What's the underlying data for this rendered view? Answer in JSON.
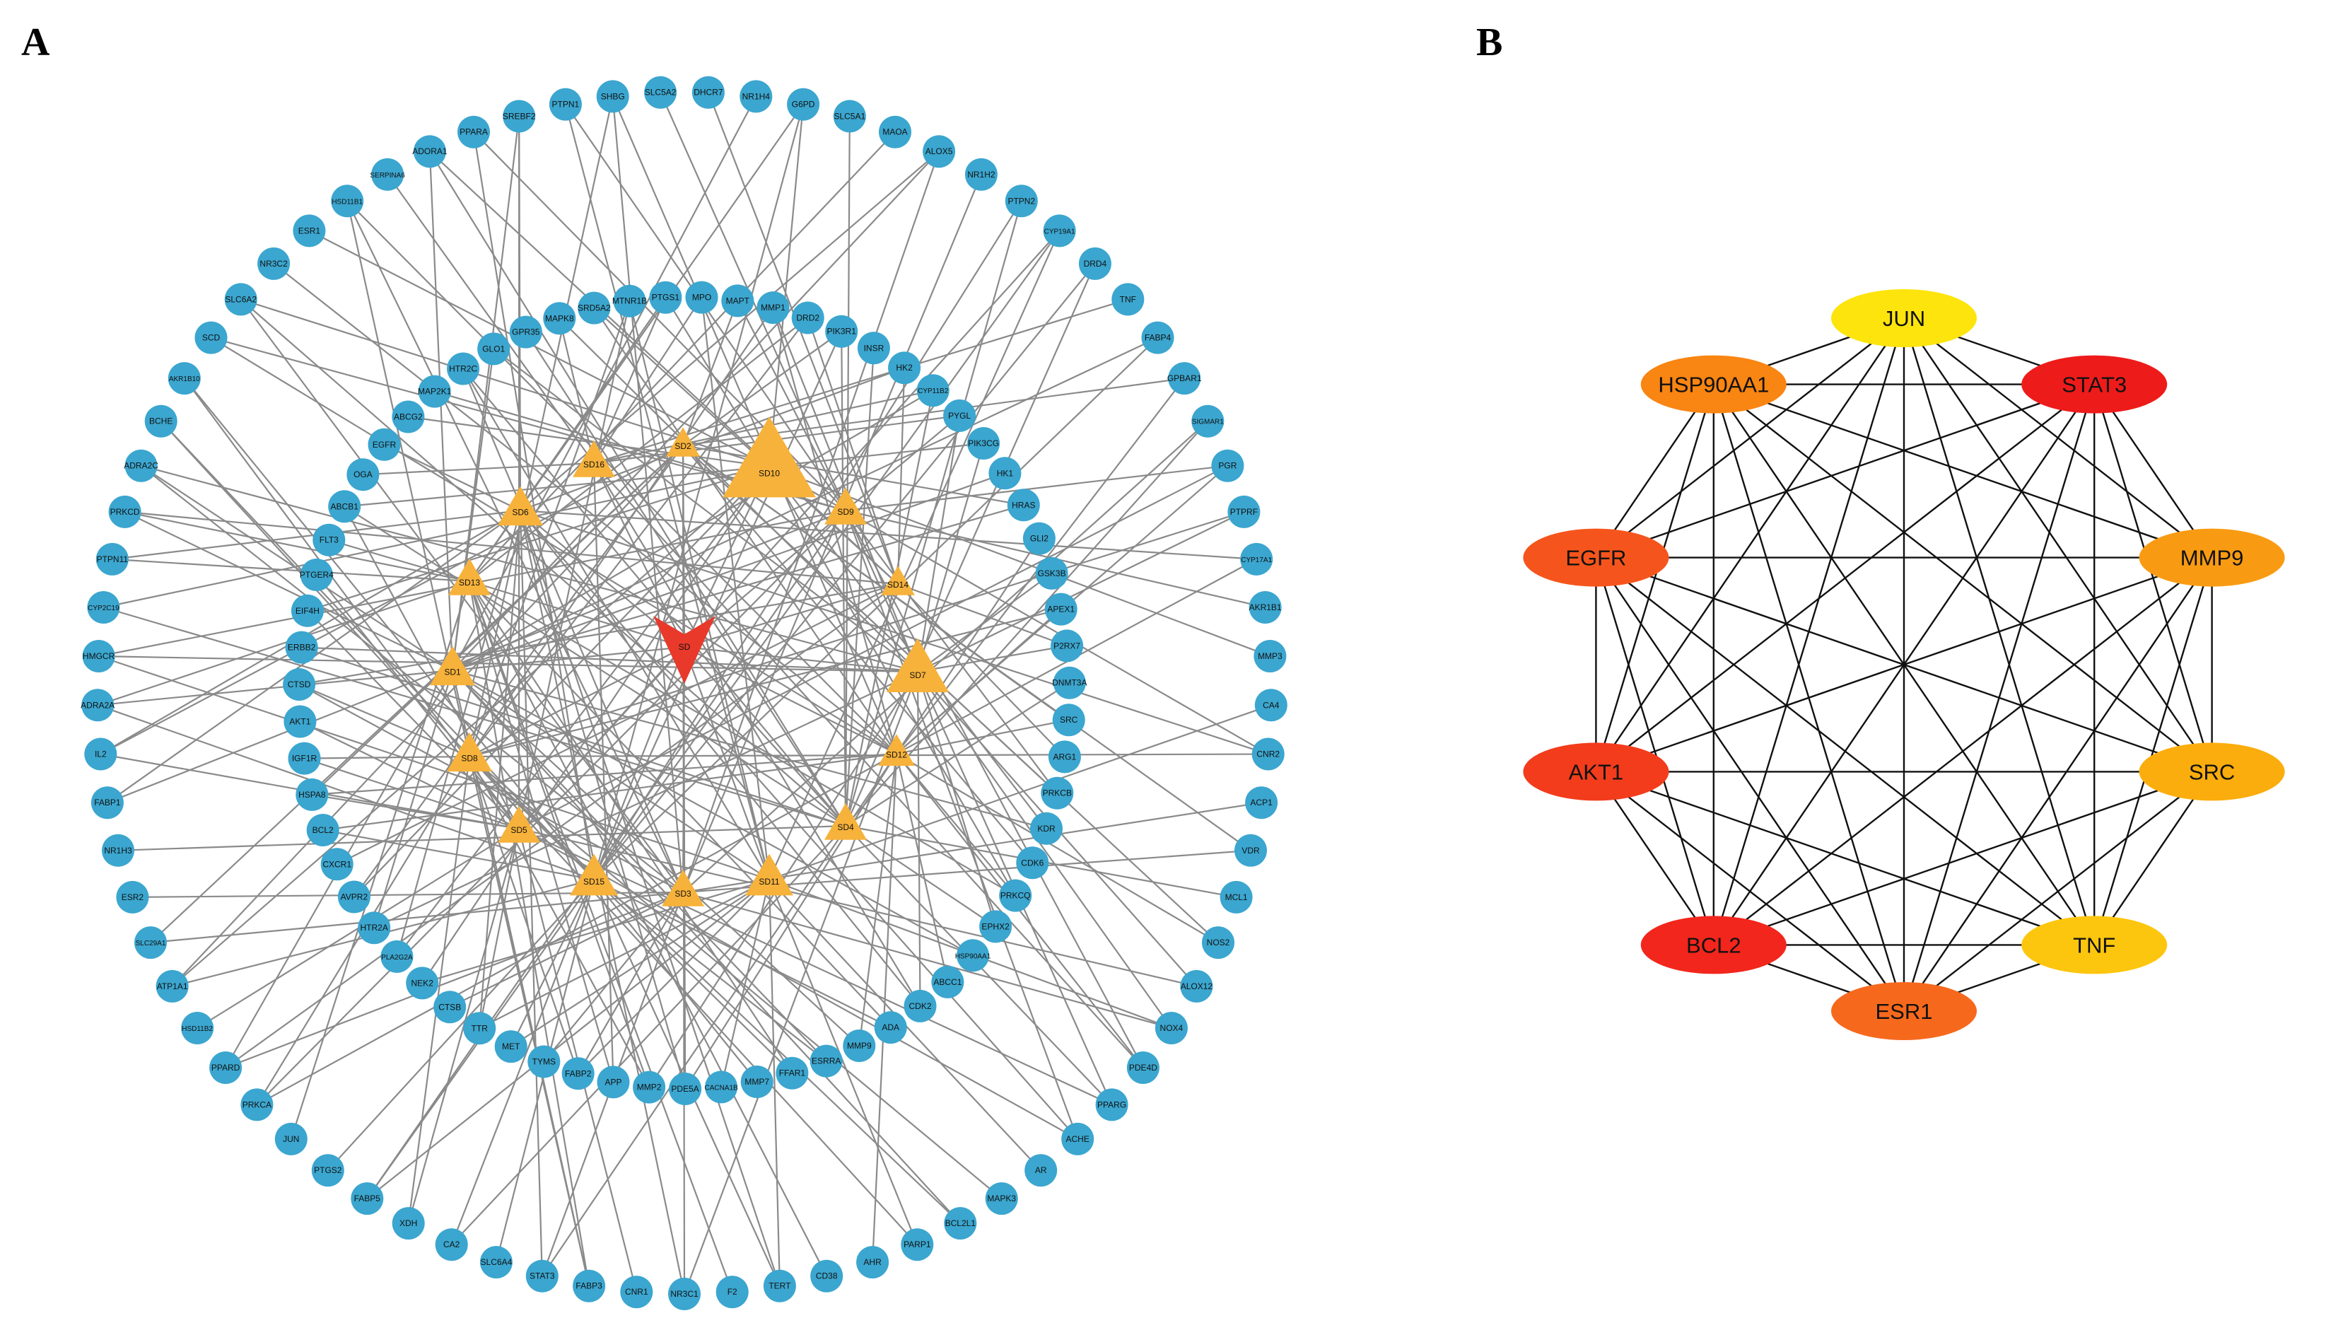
{
  "panels": {
    "a_label": "A",
    "b_label": "B"
  },
  "colors": {
    "target_node": "#3ba6cf",
    "compound_node": "#f7b23b",
    "center_node": "#e8392b",
    "network_edge": "#8a8a8a",
    "ppi_edge": "#111111"
  },
  "network_a": {
    "center": "SD",
    "compounds": [
      "SD1",
      "SD2",
      "SD3",
      "SD4",
      "SD5",
      "SD6",
      "SD7",
      "SD8",
      "SD9",
      "SD10",
      "SD11",
      "SD12",
      "SD13",
      "SD14",
      "SD15",
      "SD16"
    ],
    "outer_targets": [
      "DHCR7",
      "NR1H4",
      "G6PD",
      "SLC5A1",
      "MAOA",
      "ALOX5",
      "NR1H2",
      "PTPN2",
      "CYP19A1",
      "DRD4",
      "TNF",
      "FABP4",
      "GPBAR1",
      "SIGMAR1",
      "PGR",
      "PTPRF",
      "CYP17A1",
      "AKR1B1",
      "MMP3",
      "CA4",
      "CNR2",
      "ACP1",
      "VDR",
      "MCL1",
      "NOS2",
      "ALOX12",
      "NOX4",
      "PDE4D",
      "PPARG",
      "ACHE",
      "AR",
      "MAPK3",
      "BCL2L1",
      "PARP1",
      "AHR",
      "CD38",
      "TERT",
      "F2",
      "NR3C1",
      "CNR1",
      "FABP3",
      "STAT3",
      "SLC6A4",
      "CA2",
      "XDH",
      "FABP5",
      "PTGS2",
      "JUN",
      "PRKCA",
      "PPARD",
      "HSD11B2",
      "ATP1A1",
      "SLC29A1",
      "ESR2",
      "NR1H3",
      "FABP1",
      "IL2",
      "ADRA2A",
      "HMGCR",
      "CYP2C19",
      "PTPN11",
      "PRKCD",
      "ADRA2C",
      "BCHE",
      "AKR1B10",
      "SCD",
      "SLC6A2",
      "NR3C2",
      "ESR1",
      "HSD11B1",
      "SERPINA6",
      "ADORA1",
      "PPARA",
      "SREBF2",
      "PTPN1",
      "SHBG",
      "SLC5A2"
    ],
    "inner_targets": [
      "PIK3R1",
      "INSR",
      "HK2",
      "CYP11B2",
      "PYGL",
      "PIK3CG",
      "HK1",
      "HRAS",
      "GLI2",
      "GSK3B",
      "APEX1",
      "P2RX7",
      "DNMT3A",
      "SRC",
      "ARG1",
      "PRKCB",
      "KDR",
      "CDK6",
      "PRKCQ",
      "EPHX2",
      "HSP90AA1",
      "ABCC1",
      "CDK2",
      "ADA",
      "MMP9",
      "ESRRA",
      "FFAR1",
      "MMP7",
      "CACNA1B",
      "PDE5A",
      "MMP2",
      "APP",
      "FABP2",
      "TYMS",
      "MET",
      "TTR",
      "CTSB",
      "NEK2",
      "PLA2G2A",
      "HTR2A",
      "AVPR2",
      "CXCR1",
      "BCL2",
      "HSPA8",
      "IGF1R",
      "AKT1",
      "CTSD",
      "ERBB2",
      "EIF4H",
      "PTGER4",
      "FLT3",
      "ABCB1",
      "OGA",
      "EGFR",
      "ABCG2",
      "MAP2K1",
      "HTR2C",
      "GLO1",
      "GPR35",
      "MAPK8",
      "SRD5A2",
      "MTNR1B",
      "PTGS1",
      "MPO",
      "MAPT",
      "MMP1",
      "DRD2"
    ]
  },
  "network_b": {
    "nodes": [
      {
        "label": "JUN",
        "color": "#fde40c"
      },
      {
        "label": "STAT3",
        "color": "#ee1b1b"
      },
      {
        "label": "MMP9",
        "color": "#f99b12"
      },
      {
        "label": "SRC",
        "color": "#fbad0d"
      },
      {
        "label": "TNF",
        "color": "#fdc60e"
      },
      {
        "label": "ESR1",
        "color": "#f6691d"
      },
      {
        "label": "BCL2",
        "color": "#f2261c"
      },
      {
        "label": "AKT1",
        "color": "#f23c1c"
      },
      {
        "label": "EGFR",
        "color": "#f5551c"
      },
      {
        "label": "HSP90AA1",
        "color": "#f98512"
      }
    ]
  }
}
